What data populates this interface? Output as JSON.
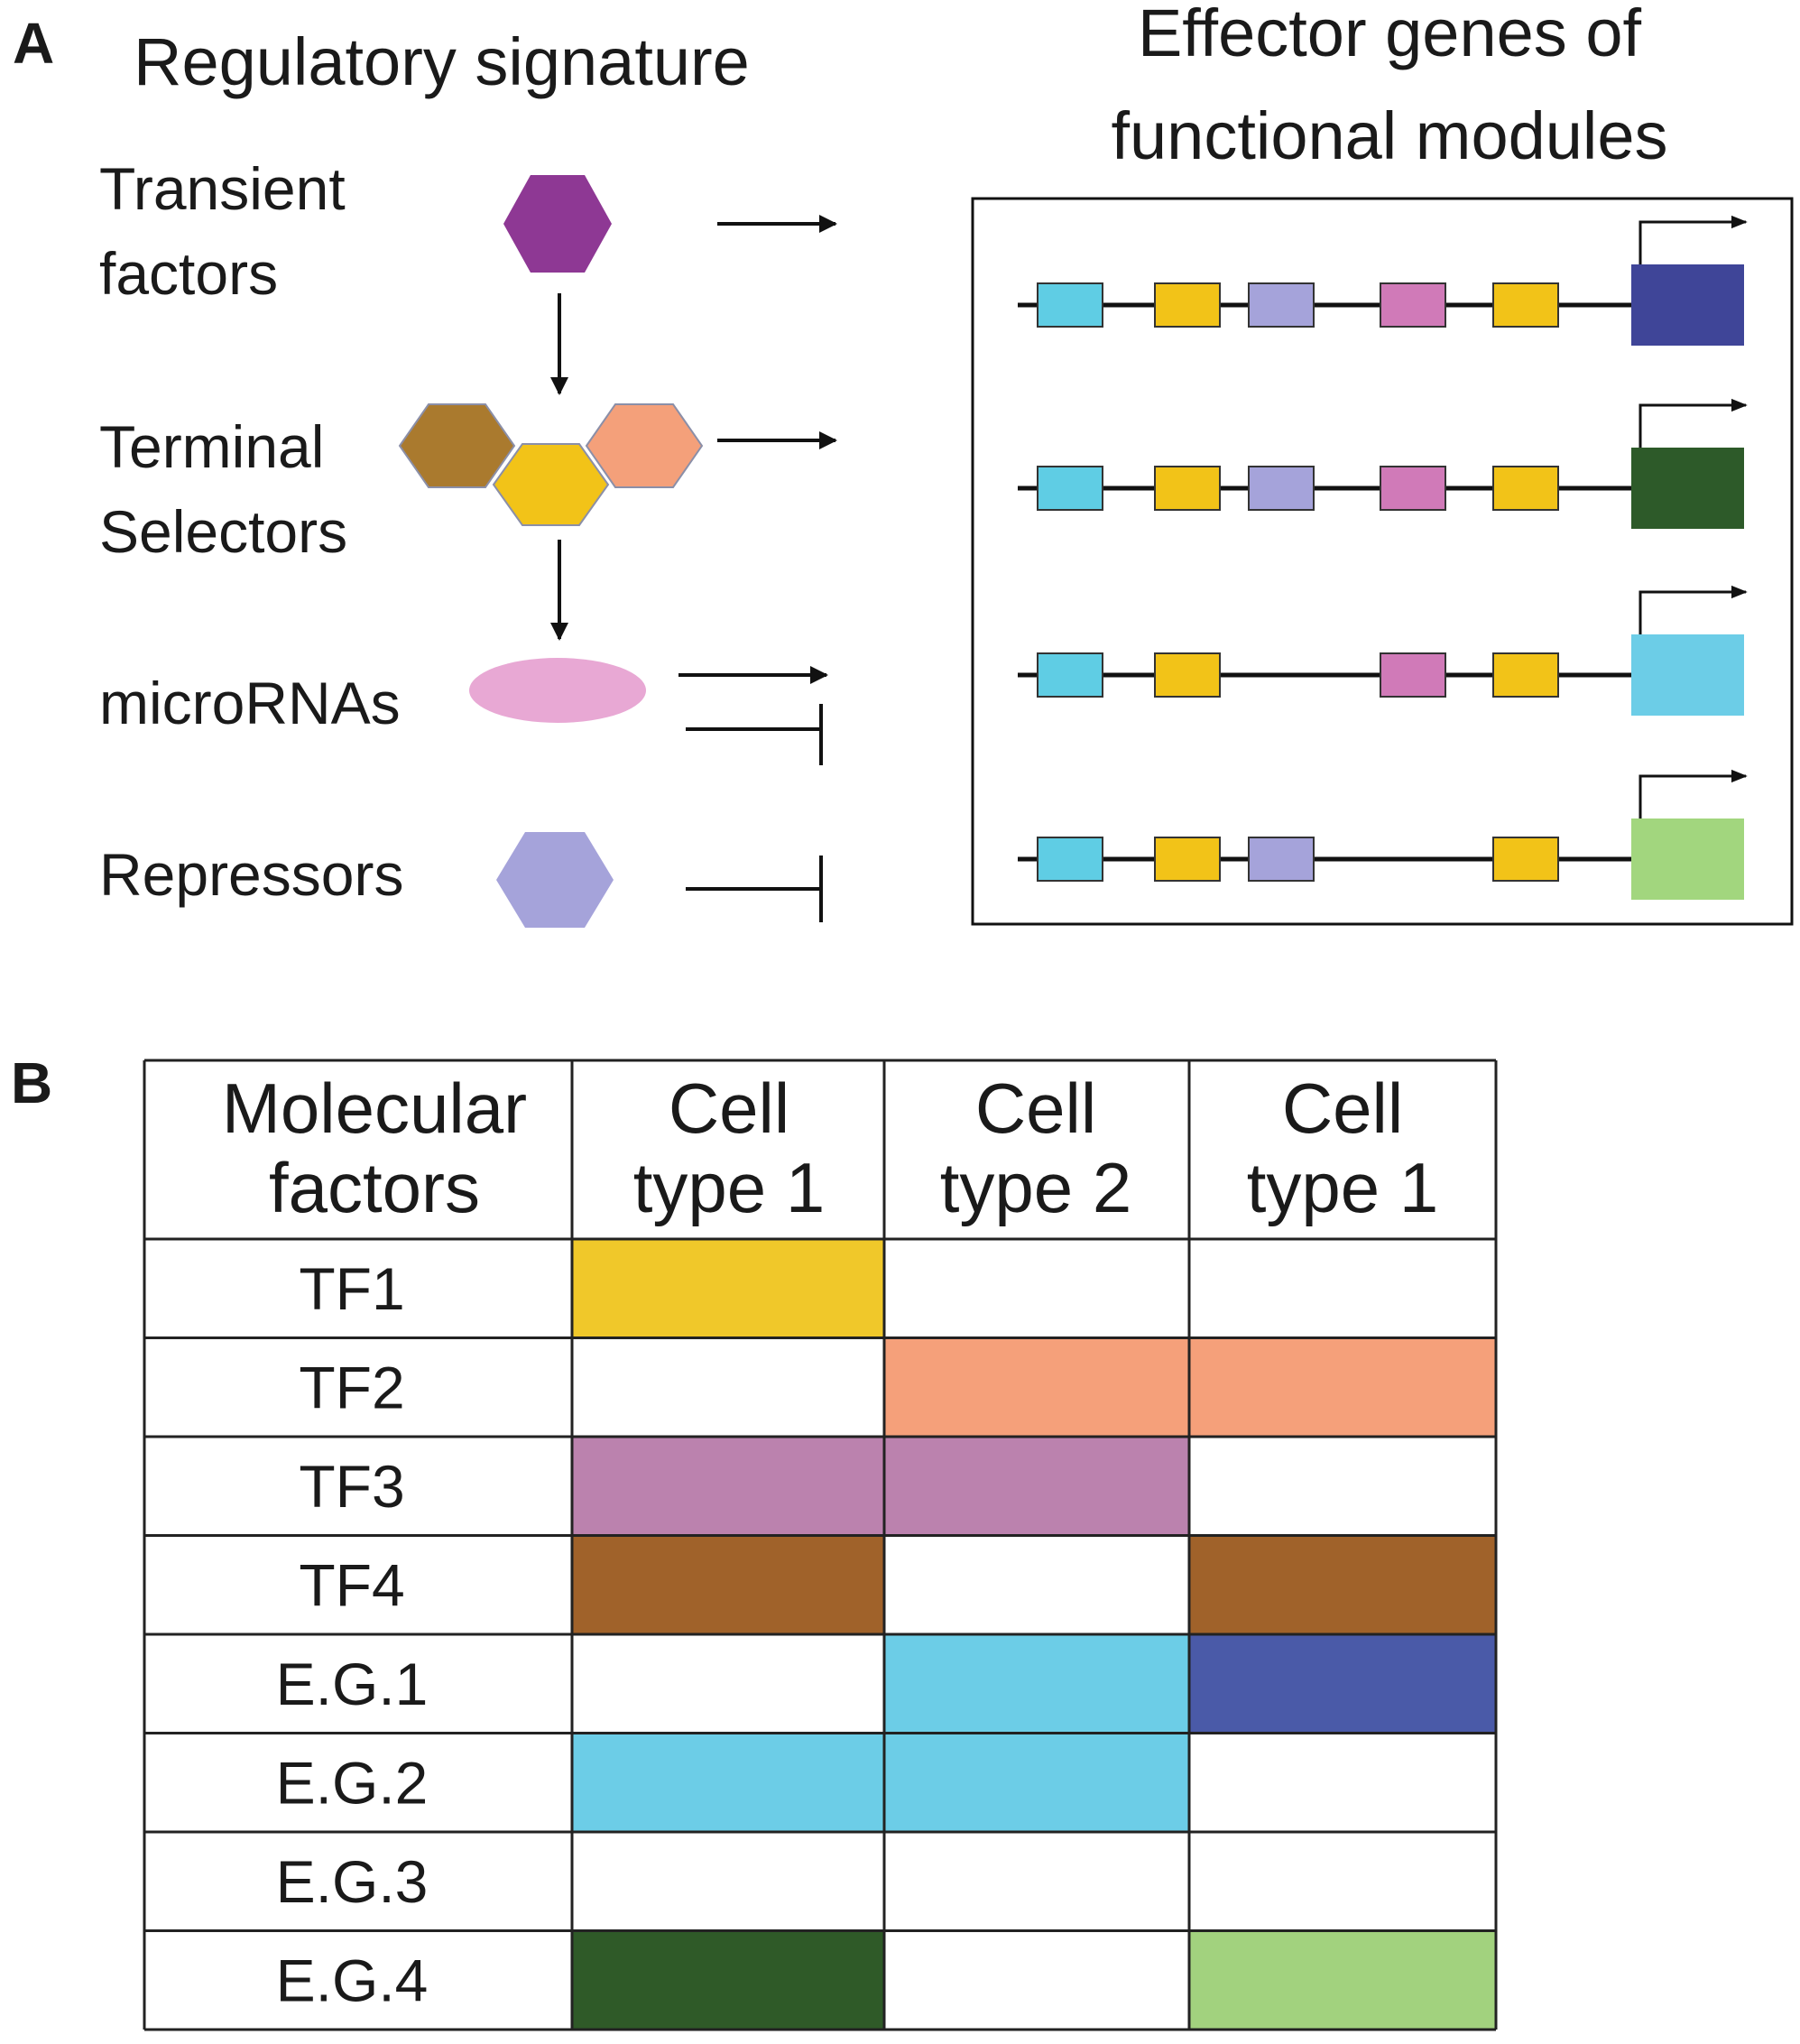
{
  "panel_a": {
    "letter": "A",
    "left_title": "Regulatory signature",
    "right_title_line1": "Effector genes of",
    "right_title_line2": "functional modules",
    "factors": [
      {
        "line1": "Transient",
        "line2": "factors"
      },
      {
        "line1": "Terminal",
        "line2": "Selectors"
      },
      {
        "line1": "microRNAs",
        "line2": ""
      },
      {
        "line1": "Repressors",
        "line2": ""
      }
    ],
    "colors": {
      "transient": "#8e3894",
      "selector_brown": "#aa7a2e",
      "selector_yellow": "#f2c318",
      "selector_salmon": "#f4a07a",
      "microrna": "#e8a8d4",
      "repressor": "#a5a3da",
      "motif_cyan": "#5fcde4",
      "motif_yellow": "#f2c318",
      "motif_lavender": "#a5a3da",
      "motif_pink": "#d07ab8"
    },
    "gene_rows": [
      {
        "motifs": [
          "cyan",
          "yellow",
          "lavender",
          "pink",
          "yellow"
        ],
        "gene_color": "#3f4598"
      },
      {
        "motifs": [
          "cyan",
          "yellow",
          "lavender",
          "pink",
          "yellow"
        ],
        "gene_color": "#2d5a29"
      },
      {
        "motifs": [
          "cyan",
          "yellow",
          "none",
          "pink",
          "yellow"
        ],
        "gene_color": "#6ccde7"
      },
      {
        "motifs": [
          "cyan",
          "yellow",
          "lavender",
          "none",
          "yellow"
        ],
        "gene_color": "#a2d67e"
      }
    ]
  },
  "panel_b": {
    "letter": "B",
    "header_col0_line1": "Molecular",
    "header_col0_line2": "factors",
    "columns": [
      {
        "line1": "Cell",
        "line2": "type 1"
      },
      {
        "line1": "Cell",
        "line2": "type 2"
      },
      {
        "line1": "Cell",
        "line2": "type 1"
      }
    ],
    "rows": [
      {
        "label": "TF1",
        "cells": [
          "#f0c82a",
          null,
          null
        ]
      },
      {
        "label": "TF2",
        "cells": [
          null,
          "#f5a07a",
          "#f5a07a"
        ]
      },
      {
        "label": "TF3",
        "cells": [
          "#bb82ae",
          "#bb82ae",
          null
        ]
      },
      {
        "label": "TF4",
        "cells": [
          "#a0622a",
          null,
          "#a0622a"
        ]
      },
      {
        "label": "E.G.1",
        "cells": [
          null,
          "#6ccde7",
          "#4a5aa8"
        ]
      },
      {
        "label": "E.G.2",
        "cells": [
          "#6ccde7",
          "#6ccde7",
          null
        ]
      },
      {
        "label": "E.G.3",
        "cells": [
          null,
          null,
          null
        ]
      },
      {
        "label": "E.G.4",
        "cells": [
          "#2f5a28",
          null,
          "#a2d27e"
        ]
      }
    ]
  }
}
